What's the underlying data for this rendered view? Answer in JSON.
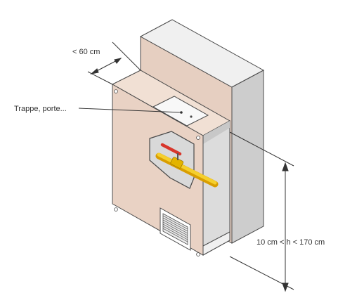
{
  "labels": {
    "width_constraint": "< 60 cm",
    "hatch_callout": "Trappe, porte...",
    "height_constraint": "10 cm < h < 170 cm"
  },
  "colors": {
    "wall": "#e6cfc1",
    "wall_side": "#cdcdcd",
    "cabinet_front": "#e9d2c4",
    "cabinet_top": "#f1e0d4",
    "cabinet_interior": "#dcdcdc",
    "pipe": "#f2c200",
    "valve_handle": "#d8362b",
    "line": "#4a4a4a"
  }
}
